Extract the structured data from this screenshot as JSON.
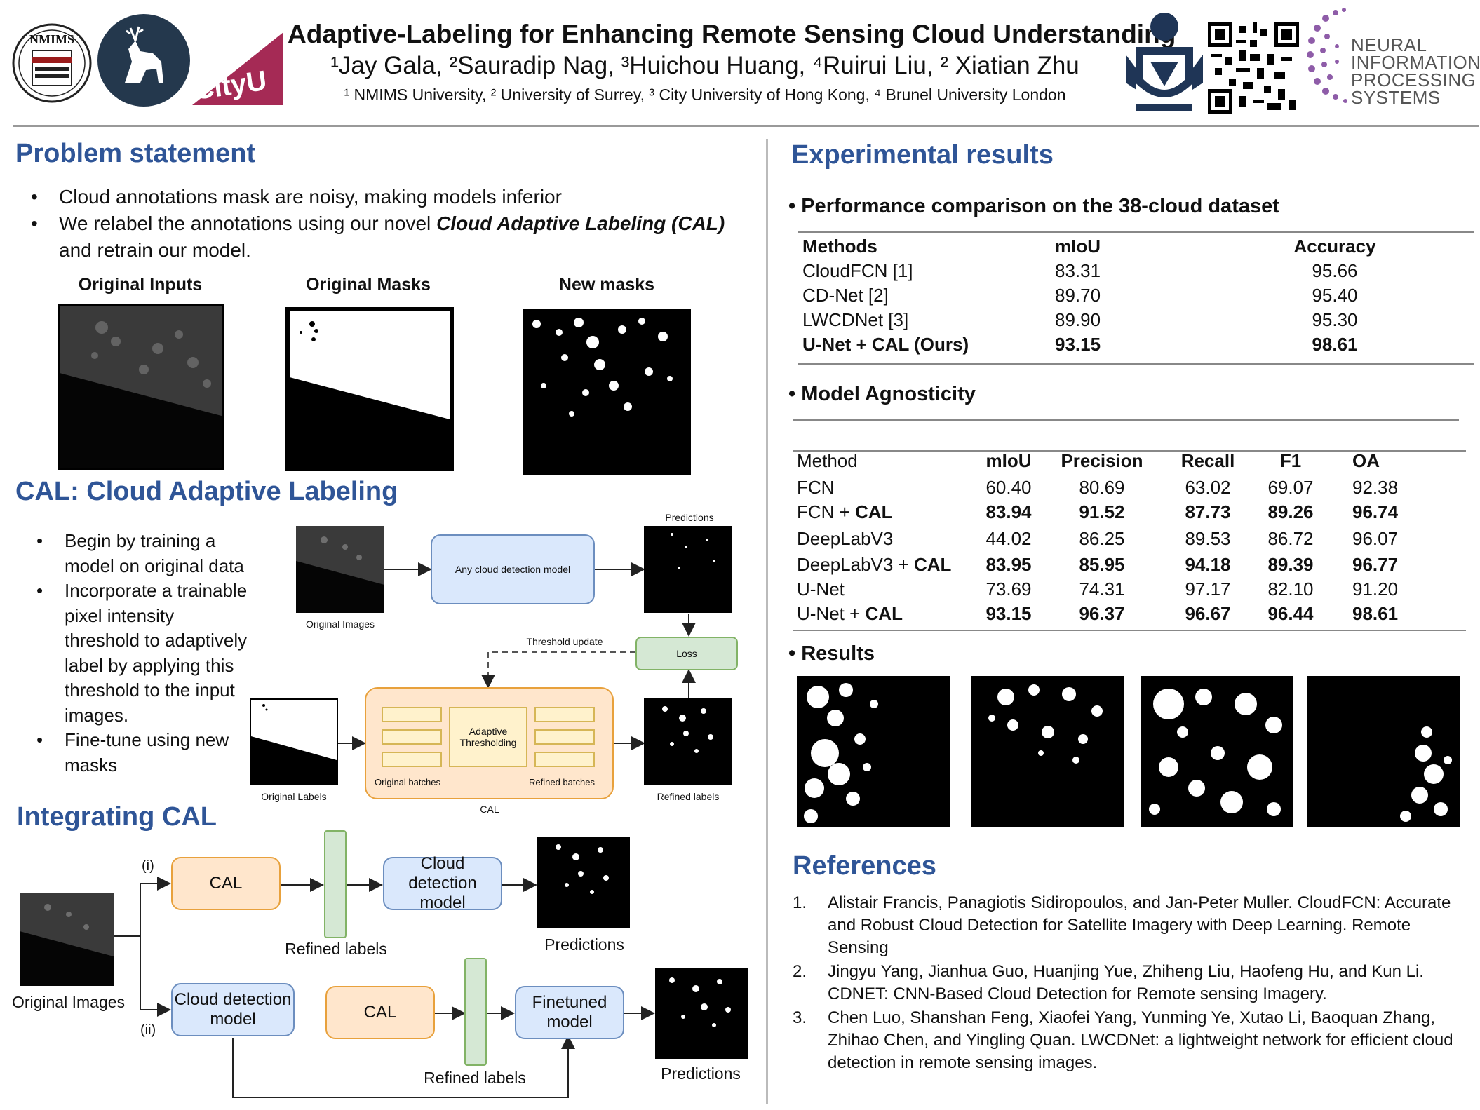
{
  "header": {
    "title": "Adaptive-Labeling for Enhancing Remote Sensing Cloud Understanding",
    "authors": "¹Jay Gala, ²Sauradip Nag, ³Huichou Huang, ⁴Ruirui Liu, ² Xiatian Zhu",
    "affiliations": "¹ NMIMS University, ² University of Surrey, ³ City University of Hong Kong, ⁴ Brunel University London",
    "logo_nmims": "NMIMS",
    "logo_cityu": "CityU",
    "logo_neurips": [
      "NEURAL",
      "INFORMATION",
      "PROCESSING",
      "SYSTEMS"
    ]
  },
  "problem": {
    "title": "Problem statement",
    "bullet1": "Cloud annotations mask are noisy, making models inferior",
    "bullet2_pre": "We relabel the annotations using our novel ",
    "bullet2_em": "Cloud Adaptive Labeling (CAL)",
    "bullet2_post": "and retrain our model.",
    "fig_labels": [
      "Original Inputs",
      "Original Masks",
      "New masks"
    ]
  },
  "cal": {
    "title": "CAL: Cloud Adaptive Labeling",
    "bullets": [
      "Begin by training a model on original data",
      "Incorporate a trainable pixel intensity threshold to adaptively label by applying this threshold to the input images.",
      "Fine-tune using new masks"
    ],
    "diagram": {
      "predictions": "Predictions",
      "model": "Any cloud detection model",
      "original_images": "Original Images",
      "threshold_update": "Threshold update",
      "loss": "Loss",
      "adaptive": "Adaptive Thresholding",
      "original_batches": "Original batches",
      "refined_batches": "Refined batches",
      "cal": "CAL",
      "original_labels": "Original Labels",
      "refined_labels": "Refined labels"
    }
  },
  "integrating": {
    "title": "Integrating CAL",
    "i": "(i)",
    "ii": "(ii)",
    "cal": "CAL",
    "cloud_model": "Cloud detection model",
    "finetuned": "Finetuned model",
    "refined_labels": "Refined labels",
    "predictions": "Predictions",
    "original_images": "Original Images"
  },
  "experimental": {
    "title": "Experimental results",
    "perf_title": "Performance comparison on the 38-cloud dataset",
    "perf_headers": [
      "Methods",
      "mIoU",
      "Accuracy"
    ],
    "perf_rows": [
      {
        "method": "CloudFCN  [1]",
        "miou": "83.31",
        "acc": "95.66",
        "bold": false
      },
      {
        "method": "CD-Net [2]",
        "miou": "89.70",
        "acc": "95.40",
        "bold": false
      },
      {
        "method": "LWCDNet [3]",
        "miou": "89.90",
        "acc": "95.30",
        "bold": false
      },
      {
        "method": "U-Net + CAL (Ours)",
        "miou": "93.15",
        "acc": "98.61",
        "bold": true
      }
    ],
    "agn_title": "Model Agnosticity",
    "agn_headers": [
      "Method",
      "mIoU",
      "Precision",
      "Recall",
      "F1",
      "OA"
    ],
    "agn_rows": [
      {
        "m": "FCN",
        "suffix": "",
        "v": [
          "60.40",
          "80.69",
          "63.02",
          "69.07",
          "92.38"
        ],
        "bold": false
      },
      {
        "m": "FCN + ",
        "suffix": "CAL",
        "v": [
          "83.94",
          "91.52",
          "87.73",
          "89.26",
          "96.74"
        ],
        "bold": true
      },
      {
        "m": "DeepLabV3",
        "suffix": "",
        "v": [
          "44.02",
          "86.25",
          "89.53",
          "86.72",
          "96.07"
        ],
        "bold": false
      },
      {
        "m": "DeepLabV3 + ",
        "suffix": "CAL",
        "v": [
          "83.95",
          "85.95",
          "94.18",
          "89.39",
          "96.77"
        ],
        "bold": true
      },
      {
        "m": "U-Net",
        "suffix": "",
        "v": [
          "73.69",
          "74.31",
          "97.17",
          "82.10",
          "91.20"
        ],
        "bold": false
      },
      {
        "m": "U-Net + ",
        "suffix": "CAL",
        "v": [
          "93.15",
          "96.37",
          "96.67",
          "96.44",
          "98.61"
        ],
        "bold": true
      }
    ],
    "results_title": "Results"
  },
  "references": {
    "title": "References",
    "items": [
      {
        "n": "1.",
        "text": "Alistair Francis, Panagiotis Sidiropoulos, and Jan-Peter Muller. CloudFCN: Accurate and Robust Cloud Detection for Satellite Imagery with Deep Learning. Remote Sensing"
      },
      {
        "n": "2.",
        "text": "Jingyu Yang, Jianhua Guo, Huanjing Yue, Zhiheng Liu, Haofeng Hu, and Kun Li. CDNET: CNN-Based Cloud Detection for Remote sensing Imagery."
      },
      {
        "n": "3.",
        "text": "Chen Luo, Shanshan Feng, Xiaofei Yang, Yunming Ye, Xutao Li, Baoquan Zhang, Zhihao Chen, and Yingling Quan. LWCDNet: a lightweight network for efficient cloud detection in remote sensing images."
      }
    ]
  }
}
